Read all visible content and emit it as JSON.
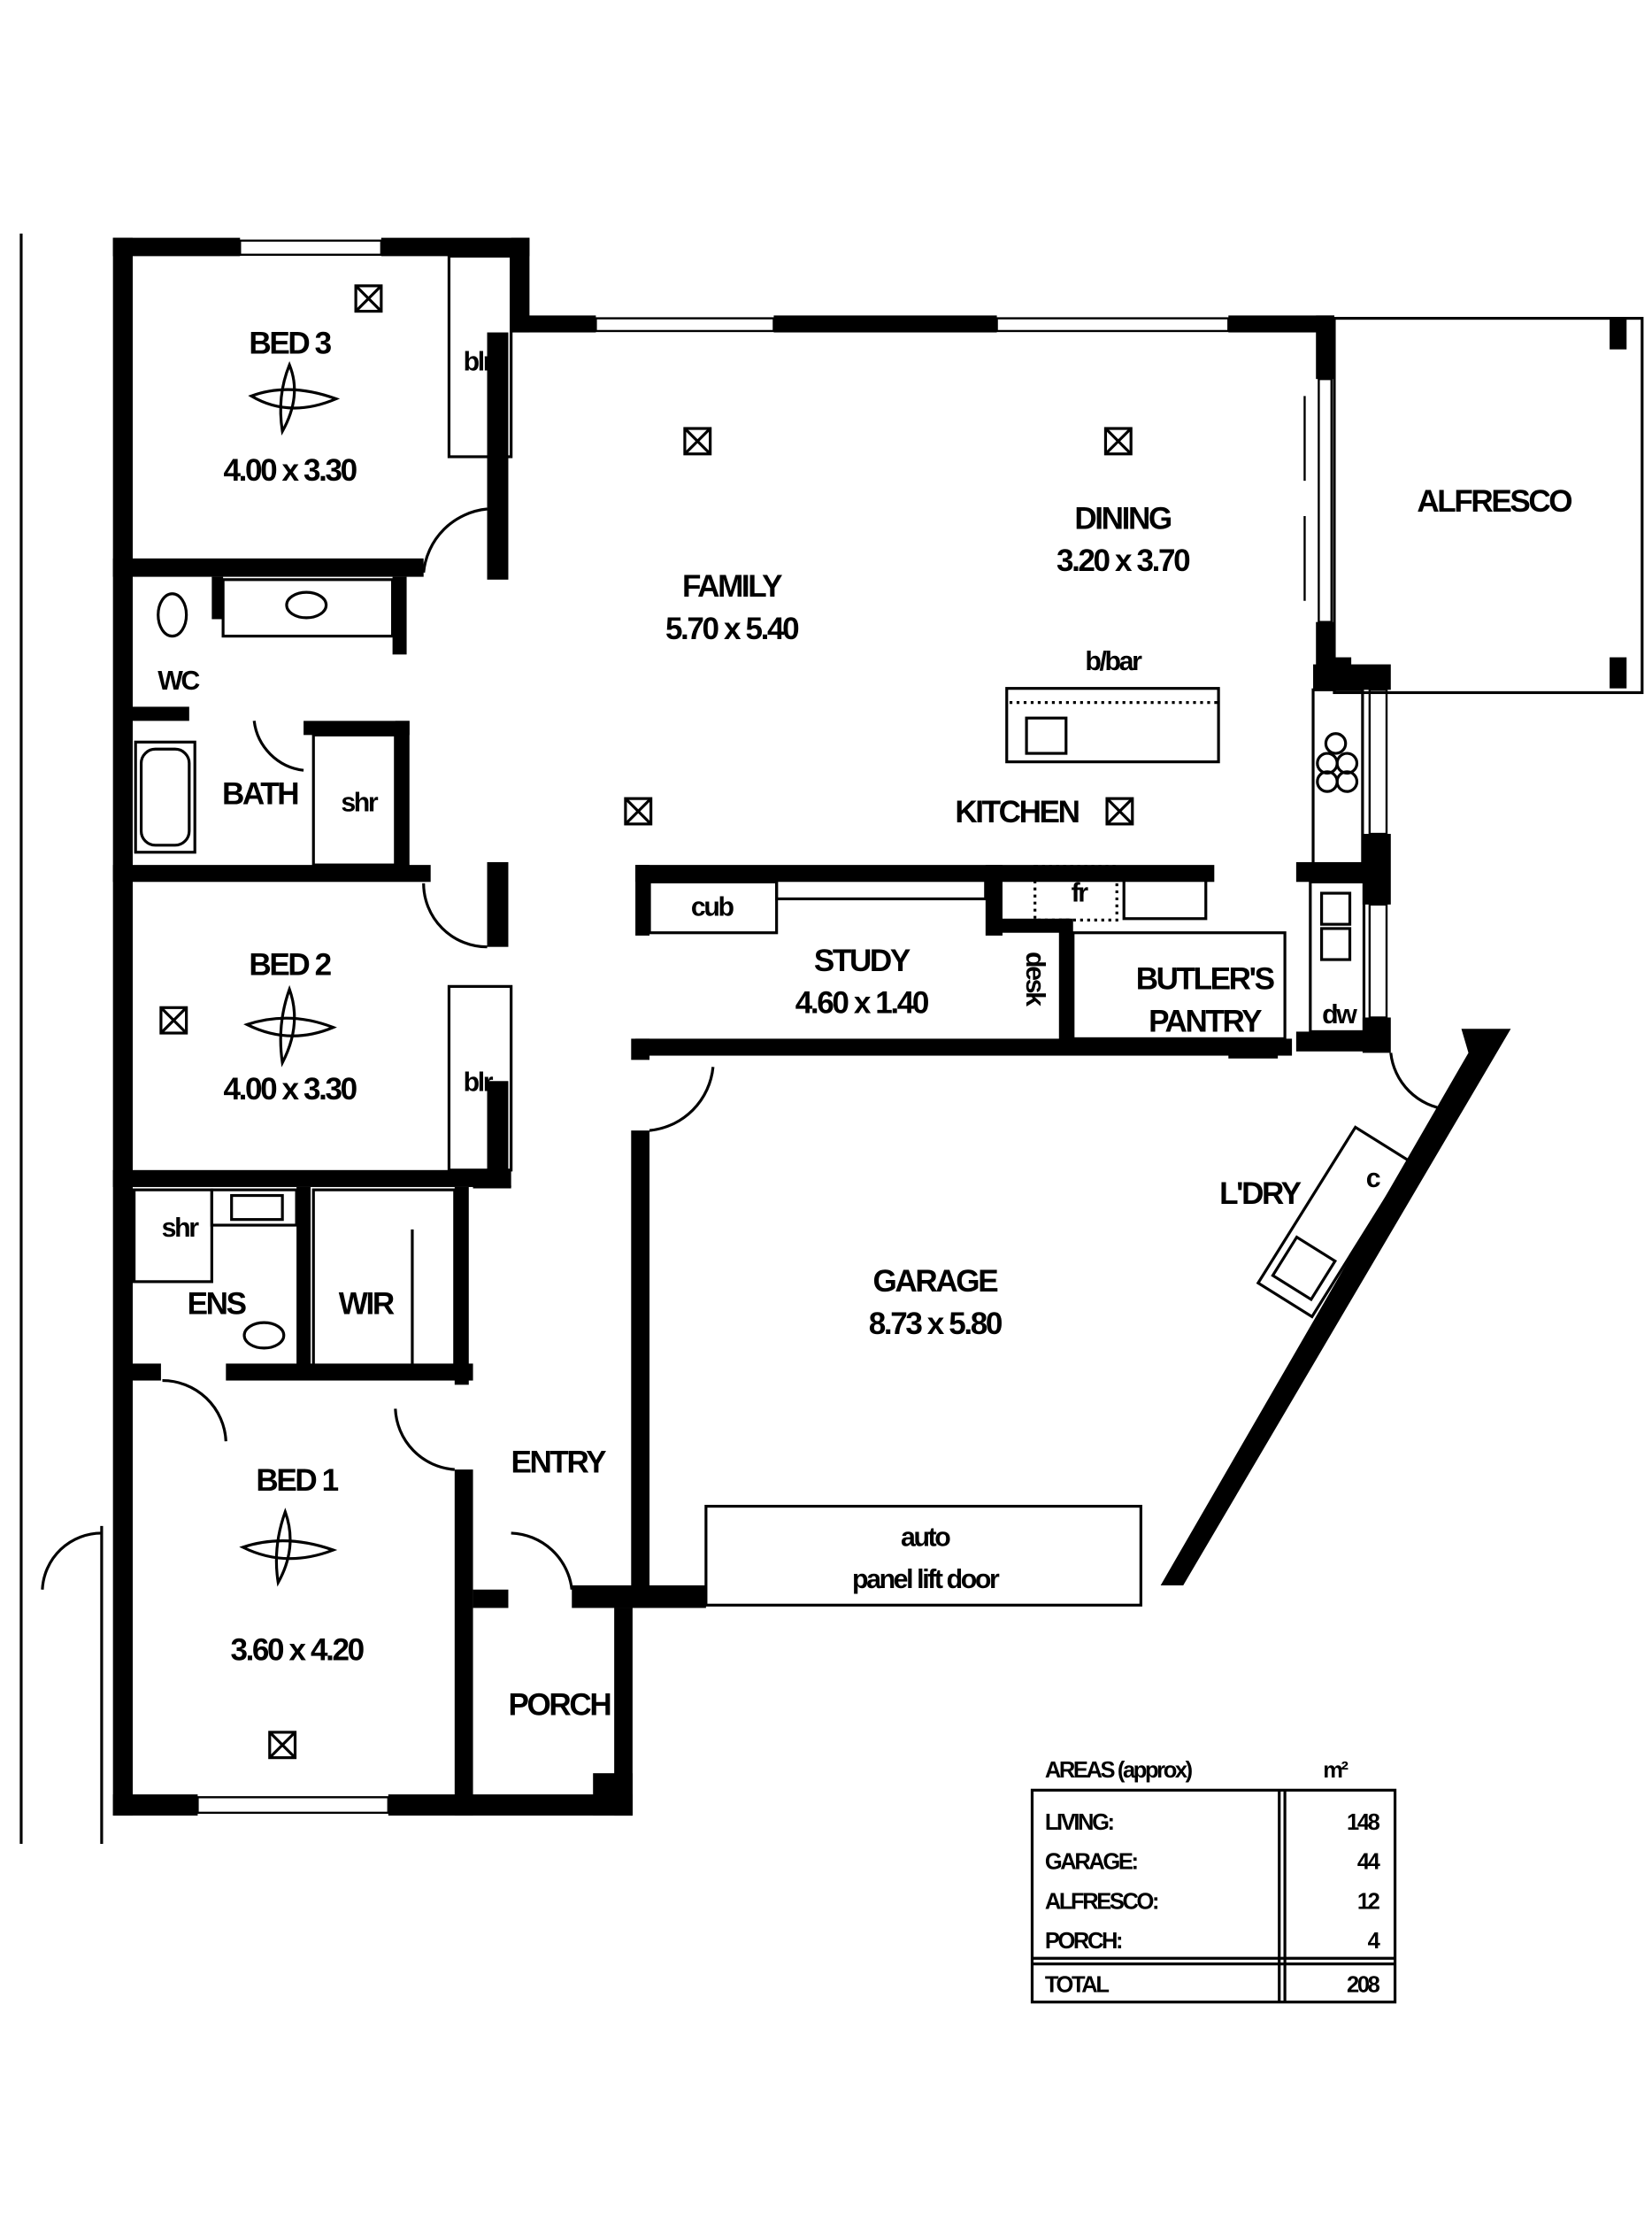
{
  "rooms": {
    "bed3": {
      "name": "BED 3",
      "size": "4.00 x 3.30"
    },
    "bed2": {
      "name": "BED 2",
      "size": "4.00 x 3.30"
    },
    "bed1": {
      "name": "BED 1",
      "size": "3.60 x 4.20"
    },
    "family": {
      "name": "FAMILY",
      "size": "5.70 x 5.40"
    },
    "dining": {
      "name": "DINING",
      "size": "3.20 x 3.70"
    },
    "alfresco": {
      "name": "ALFRESCO"
    },
    "kitchen": {
      "name": "KITCHEN"
    },
    "study": {
      "name": "STUDY",
      "size": "4.60 x 1.40"
    },
    "butlers_pantry": {
      "line1": "BUTLER'S",
      "line2": "PANTRY"
    },
    "garage": {
      "name": "GARAGE",
      "size": "8.73 x 5.80"
    },
    "laundry": {
      "name": "L'DRY"
    },
    "wc": {
      "name": "WC"
    },
    "bath": {
      "name": "BATH"
    },
    "ens": {
      "name": "ENS"
    },
    "wir": {
      "name": "WIR"
    },
    "entry": {
      "name": "ENTRY"
    },
    "porch": {
      "name": "PORCH"
    }
  },
  "fixtures": {
    "blr_bed3": "blr",
    "blr_bed2": "blr",
    "shr_bath": "shr",
    "shr_ens": "shr",
    "bbar": "b/bar",
    "cub": "cub",
    "fr": "fr",
    "desk": "desk",
    "dw": "dw",
    "c": "c",
    "garage_door_line1": "auto",
    "garage_door_line2": "panel lift door"
  },
  "areas_table": {
    "title": "AREAS (approx)",
    "unit": "m²",
    "rows": [
      {
        "label": "LIVING:",
        "value": "148"
      },
      {
        "label": "GARAGE:",
        "value": "44"
      },
      {
        "label": "ALFRESCO:",
        "value": "12"
      },
      {
        "label": "PORCH:",
        "value": "4"
      }
    ],
    "total": {
      "label": "TOTAL",
      "value": "208"
    }
  }
}
